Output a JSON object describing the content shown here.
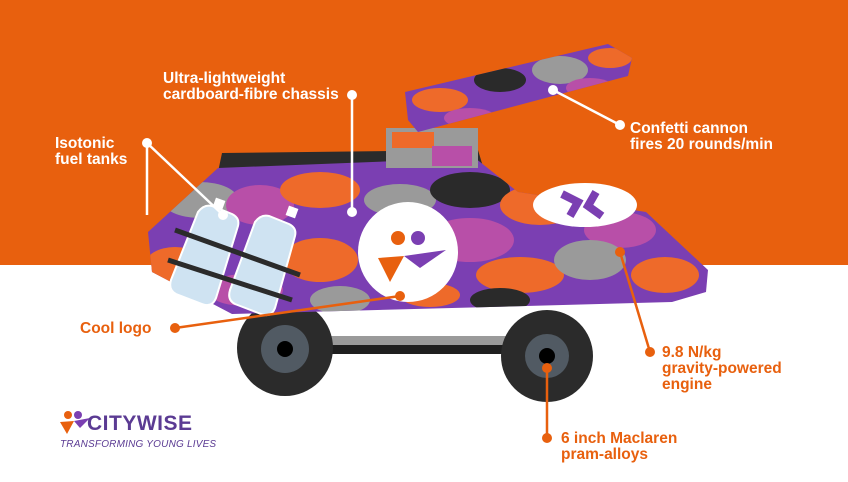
{
  "colors": {
    "orange": "#e8600e",
    "purple": "#7b3fb2",
    "white": "#ffffff",
    "dark": "#2b2b2b"
  },
  "labels": {
    "chassis": "Ultra-lightweight\ncardboard-fibre chassis",
    "cannon": "Confetti cannon\nfires 20 rounds/min",
    "fuel": "Isotonic\nfuel tanks",
    "logo": "Cool logo",
    "engine": "9.8 N/kg\ngravity-powered\nengine",
    "wheels": "6 inch Maclaren\npram-alloys"
  },
  "brand": {
    "name": "CITYWISE",
    "tagline": "TRANSFORMING YOUNG LIVES"
  },
  "icons": [
    "citywise-logo-icon",
    "bottle-icon",
    "wheel-icon"
  ]
}
